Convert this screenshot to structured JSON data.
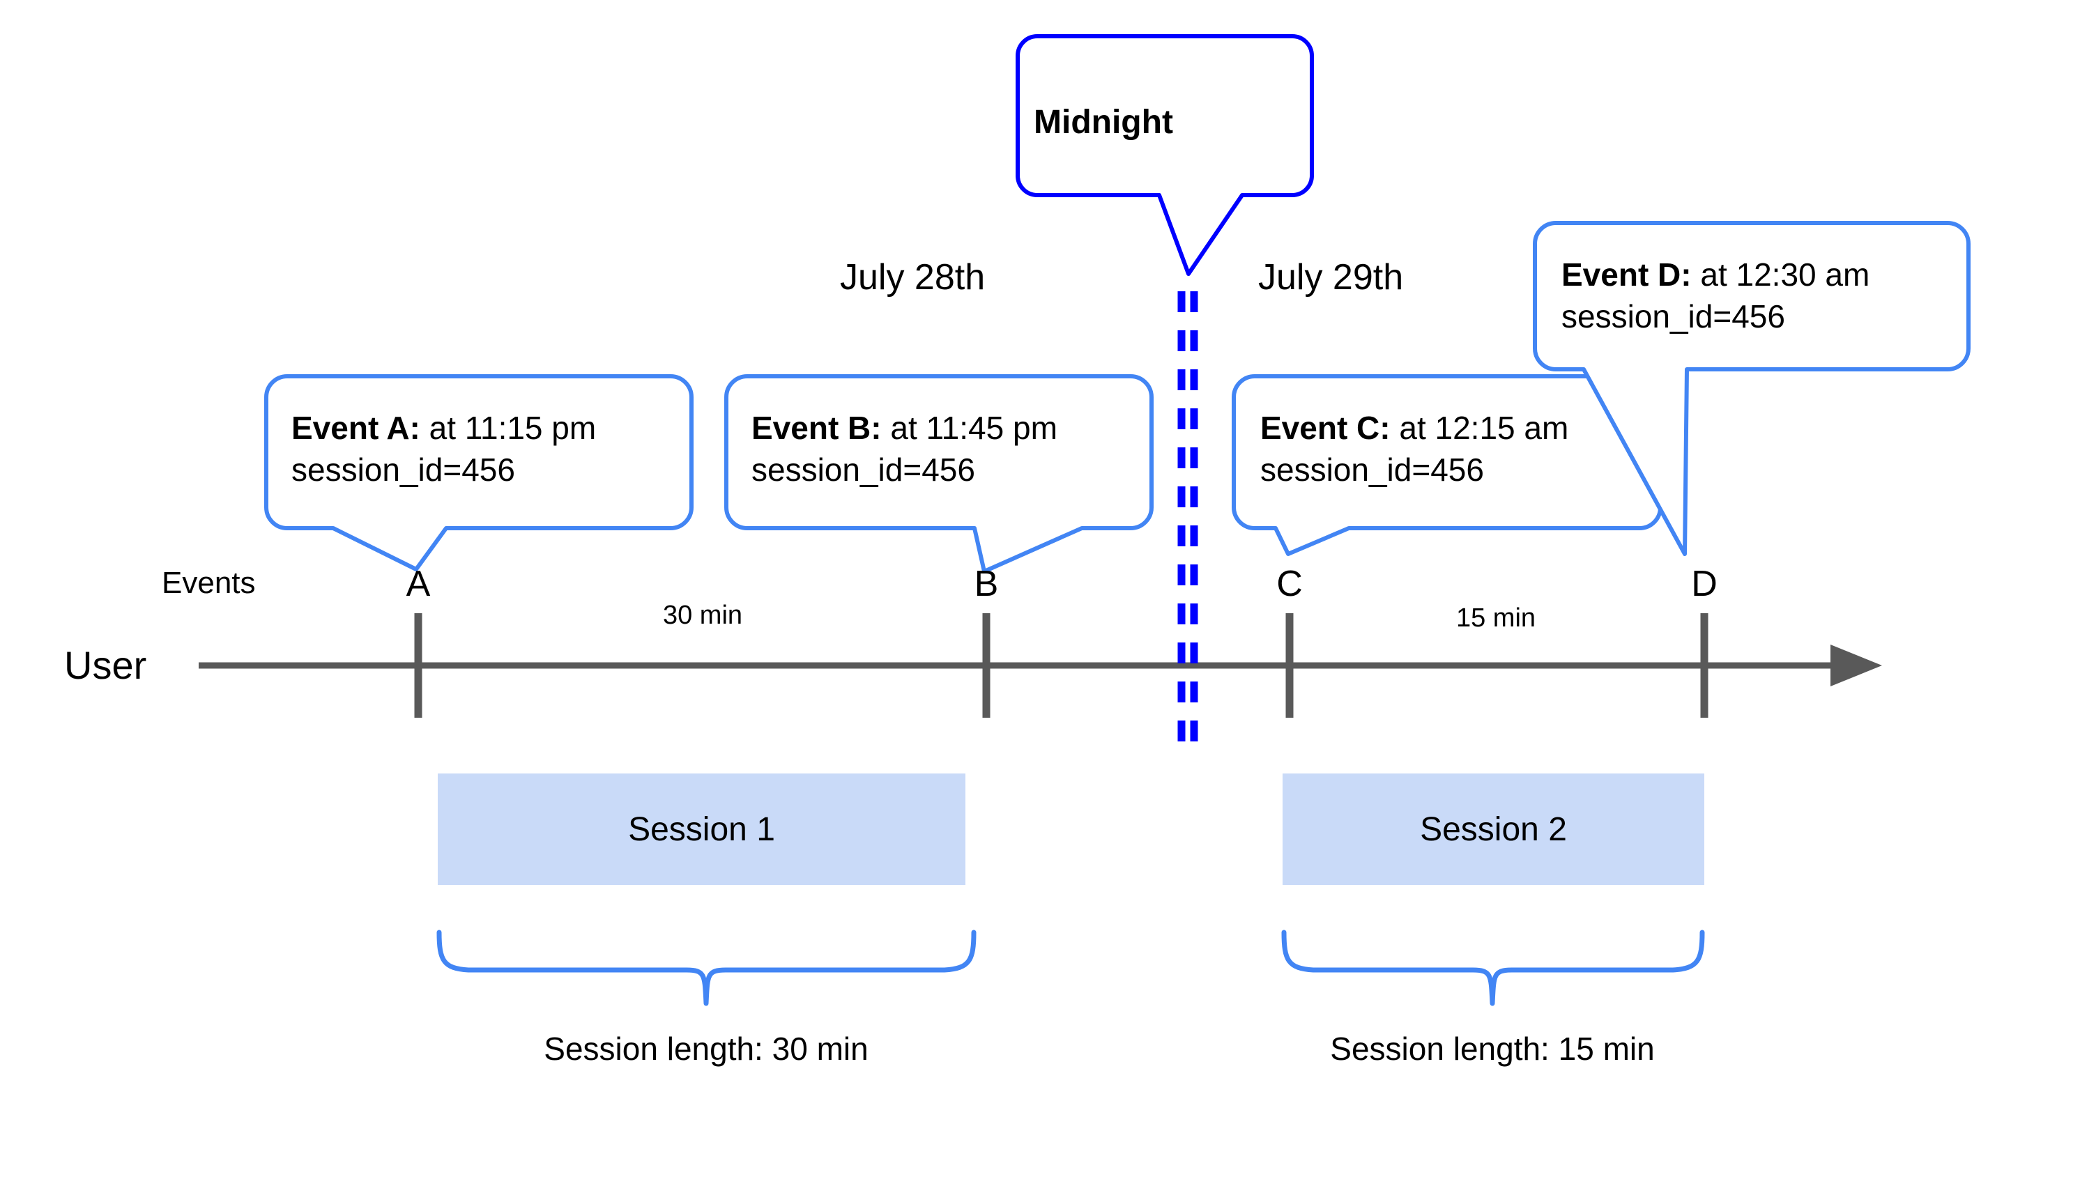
{
  "diagram": {
    "title_callout": {
      "label": "Midnight"
    },
    "dates": [
      {
        "label": "July 28th"
      },
      {
        "label": "July 29th"
      }
    ],
    "axis": {
      "role_label": "User",
      "events_label": "Events"
    },
    "events": [
      {
        "letter": "A",
        "lead": "Event A:",
        "detail": " at 11:15 pm",
        "meta": "session_id=456"
      },
      {
        "letter": "B",
        "lead": "Event B:",
        "detail": " at 11:45 pm",
        "meta": "session_id=456"
      },
      {
        "letter": "C",
        "lead": "Event C:",
        "detail": " at 12:15 am",
        "meta": "session_id=456"
      },
      {
        "letter": "D",
        "lead": "Event D:",
        "detail": " at 12:30 am",
        "meta": "session_id=456"
      }
    ],
    "gaps": [
      {
        "label": "30 min"
      },
      {
        "label": "15 min"
      }
    ],
    "sessions": [
      {
        "name": "Session 1",
        "length_label": "Session length: 30 min"
      },
      {
        "name": "Session 2",
        "length_label": "Session length: 15 min"
      }
    ],
    "colors": {
      "callout_border": "#4285f4",
      "midnight_border": "#0000ff",
      "midnight_dash": "#0000ff",
      "session_fill": "#c9daf8",
      "axis": "#595959",
      "text": "#000000",
      "background": "#ffffff"
    }
  }
}
